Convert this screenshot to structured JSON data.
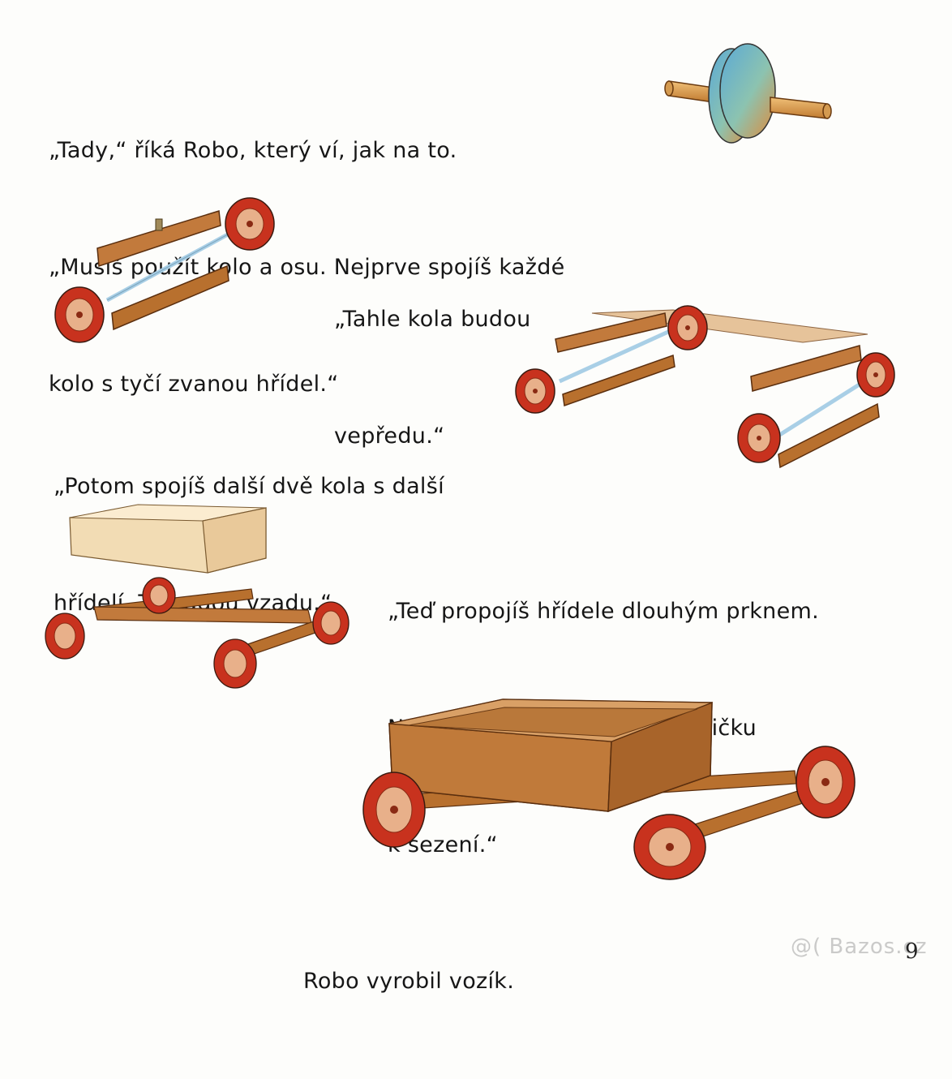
{
  "paragraphs": {
    "p1": {
      "lines": [
        "„Tady,“ říká Robo, který ví, jak na to.",
        "„Musíš použít kolo a osu. Nejprve spojíš každé",
        "kolo s tyčí zvanou hřídel.“"
      ]
    },
    "p2": {
      "lines": [
        "„Tahle kola budou",
        "vepředu.“"
      ]
    },
    "p3": {
      "lines": [
        "„Potom spojíš další dvě kola s další",
        "hřídelí. Ta budou vzadu.“"
      ]
    },
    "p4": {
      "lines": [
        "„Teď propojíš hřídele dlouhým prknem.",
        "Na něj potom připevníš bedničku",
        "k sezení.“"
      ]
    },
    "caption": "Robo vyrobil vozík."
  },
  "page_number": "9",
  "watermark": "@( Bazos.cz",
  "illustrations": {
    "wheel_axle": "wheel-and-axle",
    "front_assembly": "front-wheels-assembly",
    "both_assemblies": "front-and-rear-assemblies",
    "box_and_chassis": "box-and-chassis",
    "finished_cart": "finished-cart"
  },
  "colors": {
    "wood_light": "#d9a066",
    "wood_mid": "#b56a2c",
    "wood_dark": "#8a4a1c",
    "wheel_red": "#c8321e",
    "wheel_rim": "#e8b08a",
    "axle_blue": "#a9cfe6",
    "wheel_blue": "#6fb3d6",
    "wheel_orange": "#d98a3a"
  }
}
